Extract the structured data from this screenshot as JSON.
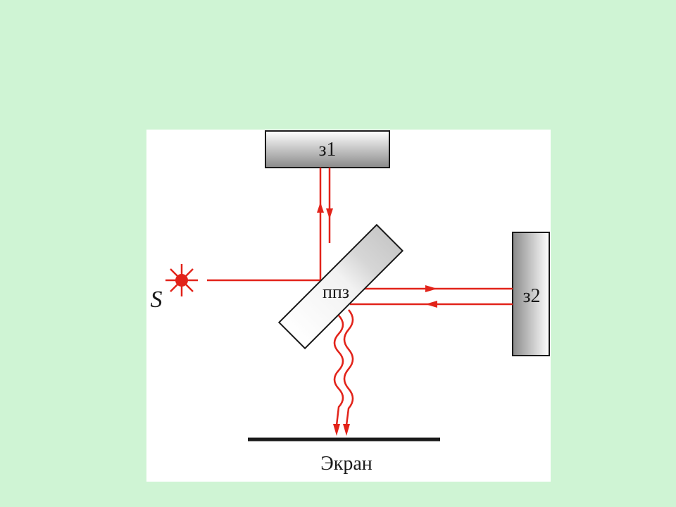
{
  "diagram": {
    "source_label": "S",
    "mirror1_label": "з1",
    "mirror2_label": "з2",
    "beamsplitter_label": "ппз",
    "screen_label": "Экран"
  },
  "colors": {
    "background": "#cff4d4",
    "panel": "#ffffff",
    "ray": "#e2231a",
    "outline": "#1a1a1a"
  }
}
